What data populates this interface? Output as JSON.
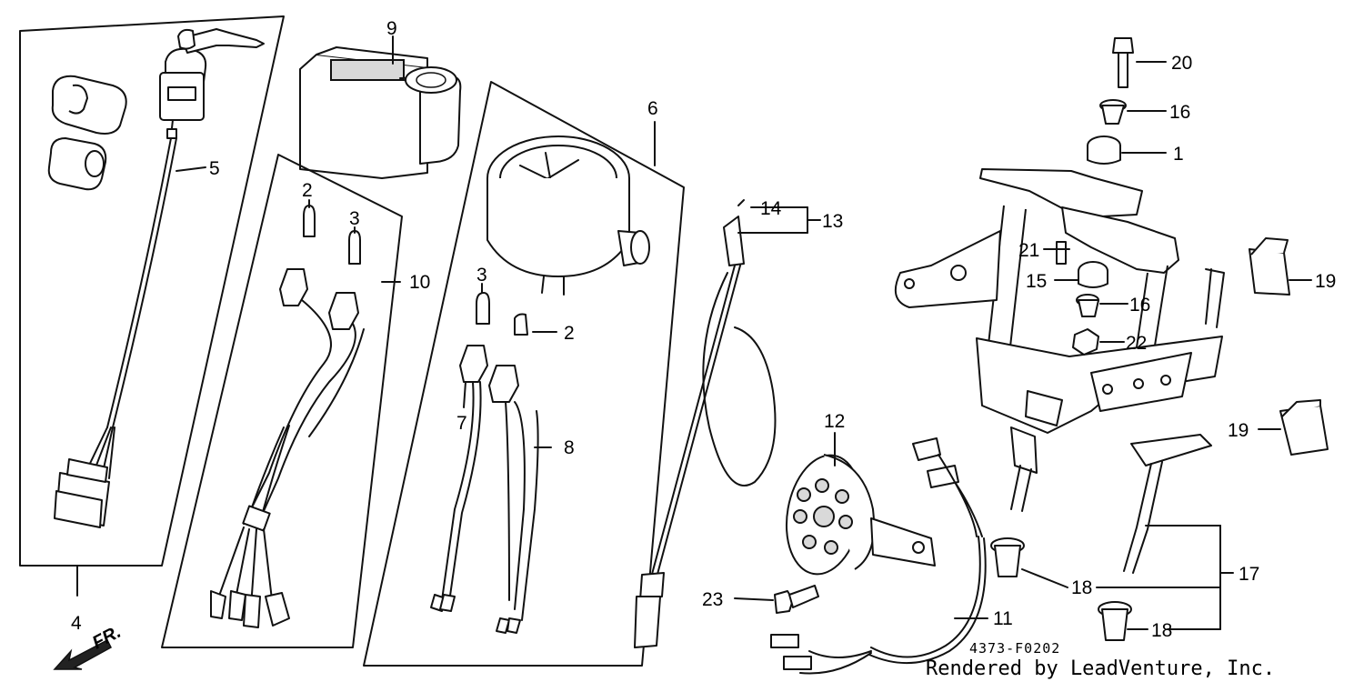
{
  "diagram": {
    "labels": {
      "p1": "1",
      "p2a": "2",
      "p2b": "2",
      "p3a": "3",
      "p3b": "3",
      "p4": "4",
      "p5": "5",
      "p6": "6",
      "p7": "7",
      "p8": "8",
      "p9": "9",
      "p10": "10",
      "p11": "11",
      "p12": "12",
      "p13": "13",
      "p14": "14",
      "p15": "15",
      "p16a": "16",
      "p16b": "16",
      "p17": "17",
      "p18a": "18",
      "p18b": "18",
      "p19a": "19",
      "p19b": "19",
      "p20": "20",
      "p21": "21",
      "p22": "22",
      "p23": "23"
    },
    "front_marker": "FR.",
    "diagram_code": "4373-F0202",
    "credit": "Rendered by LeadVenture, Inc."
  },
  "colors": {
    "line": "#111111",
    "background": "#ffffff",
    "shade": "#d9d9d9"
  }
}
